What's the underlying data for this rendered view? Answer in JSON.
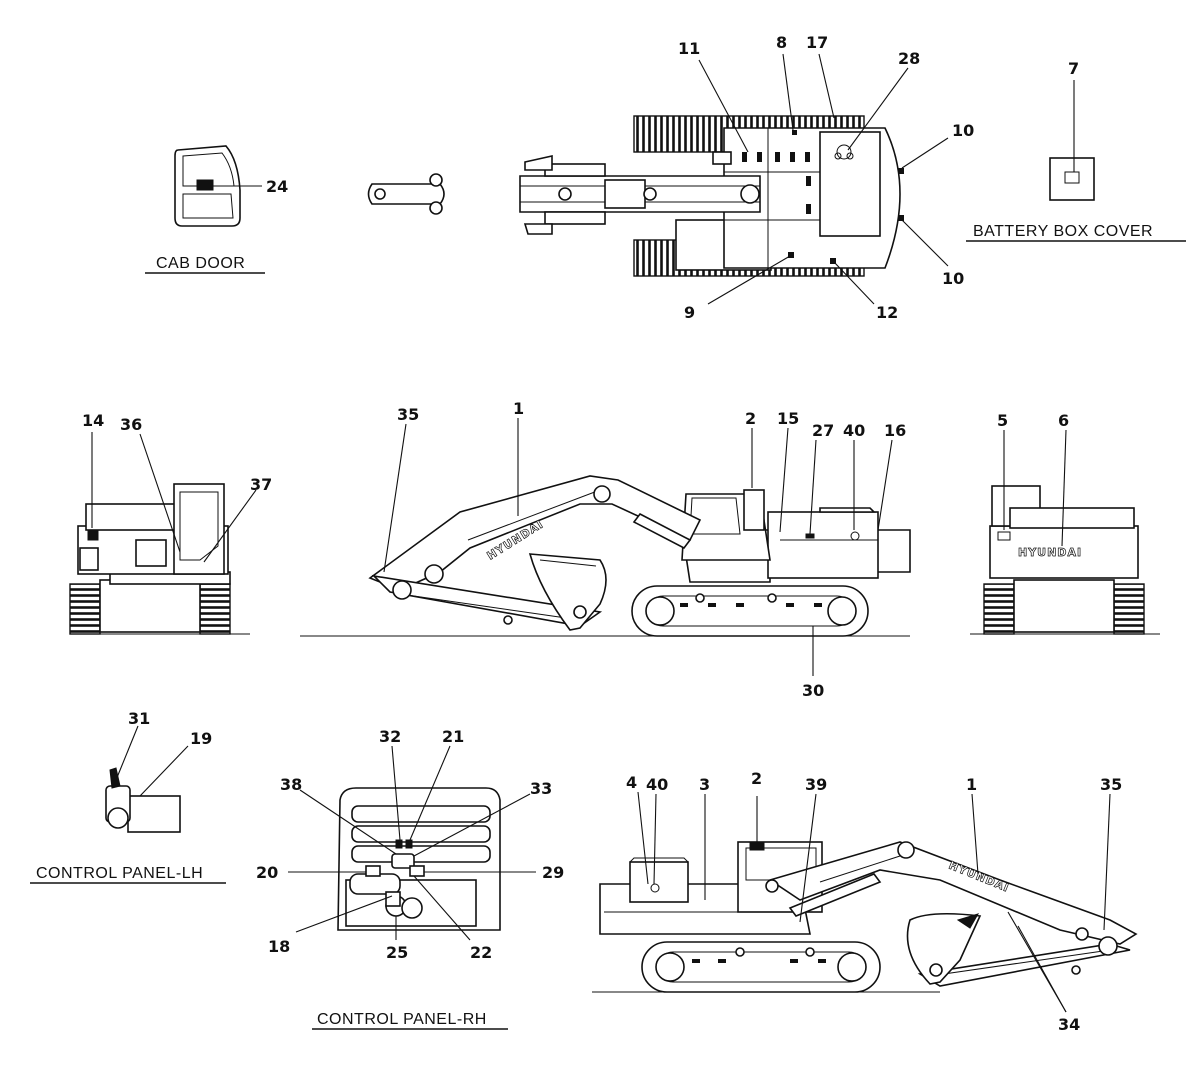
{
  "captions": {
    "cab_door": "CAB DOOR",
    "battery_box_cover": "BATTERY BOX COVER",
    "control_panel_lh": "CONTROL PANEL-LH",
    "control_panel_rh": "CONTROL PANEL-RH"
  },
  "brand_text": "HYUNDAI",
  "callouts": {
    "c7": "7",
    "c8": "8",
    "c9": "9",
    "c10a": "10",
    "c10b": "10",
    "c11": "11",
    "c12": "12",
    "c17": "17",
    "c24": "24",
    "c28": "28",
    "c14": "14",
    "c36": "36",
    "c37": "37",
    "c35a": "35",
    "c1a": "1",
    "c2a": "2",
    "c15": "15",
    "c27": "27",
    "c40a": "40",
    "c16": "16",
    "c30": "30",
    "c5": "5",
    "c6": "6",
    "c31": "31",
    "c19": "19",
    "c32": "32",
    "c21": "21",
    "c38": "38",
    "c33": "33",
    "c20": "20",
    "c29": "29",
    "c18": "18",
    "c25": "25",
    "c22": "22",
    "c4": "4",
    "c40b": "40",
    "c3": "3",
    "c2b": "2",
    "c39": "39",
    "c1b": "1",
    "c35b": "35",
    "c34": "34"
  }
}
